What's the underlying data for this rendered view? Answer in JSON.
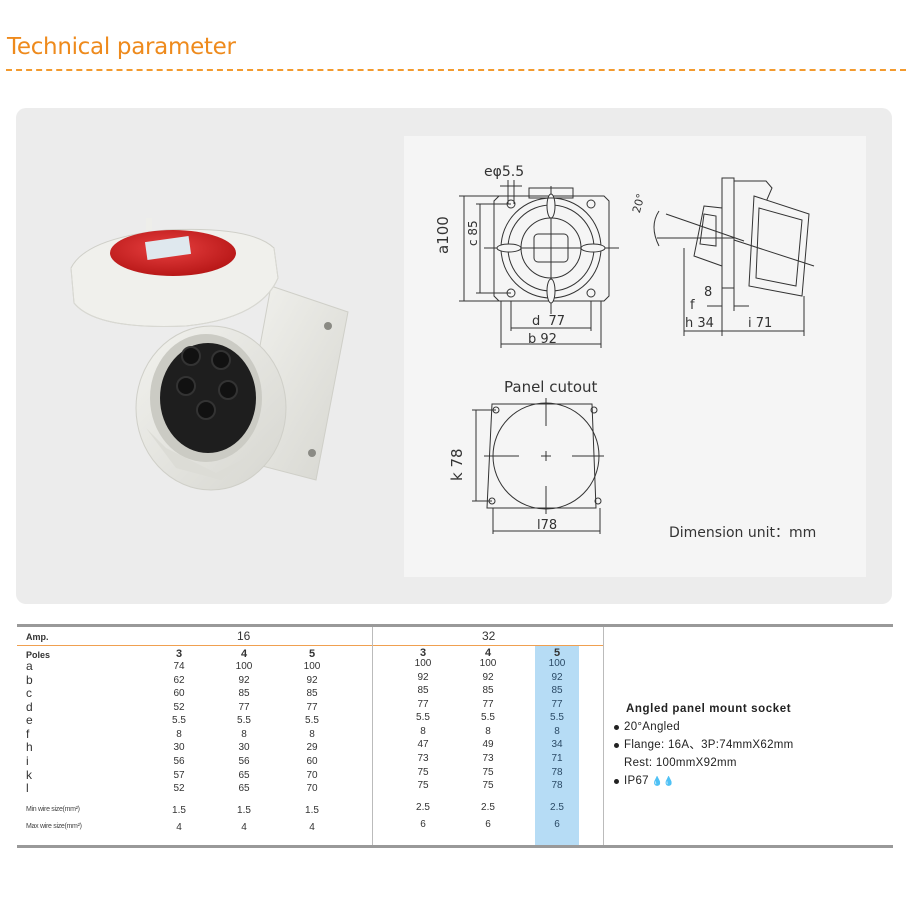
{
  "header": {
    "title": "Technical parameter",
    "accent_color": "#ee8a1c"
  },
  "product_image": {
    "alt": "Angled panel mount socket, white housing with red lid, 5-pin",
    "lid_color": "#d42a2a",
    "body_color": "#e8e8e2"
  },
  "drawing": {
    "front_view": {
      "e_label": "eφ5.5",
      "a_label": "a100",
      "c_label": "c 85",
      "d_label": "d  77",
      "b_label": "b 92"
    },
    "side_view": {
      "angle_label": "20°",
      "f_label": "f",
      "f_value": "8",
      "h_label": "h 34",
      "i_label": "i 71"
    },
    "panel_cutout": {
      "title": "Panel cutout",
      "k_label": "k 78",
      "l_label": "l78"
    },
    "dimension_unit": "Dimension unit：mm"
  },
  "table": {
    "amp_label": "Amp.",
    "poles_label": "Poles",
    "groups": [
      {
        "amp": "16",
        "poles": [
          "3",
          "4",
          "5"
        ]
      },
      {
        "amp": "32",
        "poles": [
          "3",
          "4",
          "5"
        ]
      }
    ],
    "highlight_color": "#b6dcf5",
    "rows": [
      {
        "label": "a",
        "values": [
          "74",
          "100",
          "100",
          "100",
          "100",
          "100"
        ]
      },
      {
        "label": "b",
        "values": [
          "62",
          "92",
          "92",
          "92",
          "92",
          "92"
        ]
      },
      {
        "label": "c",
        "values": [
          "60",
          "85",
          "85",
          "85",
          "85",
          "85"
        ]
      },
      {
        "label": "d",
        "values": [
          "52",
          "77",
          "77",
          "77",
          "77",
          "77"
        ]
      },
      {
        "label": "e",
        "values": [
          "5.5",
          "5.5",
          "5.5",
          "5.5",
          "5.5",
          "5.5"
        ]
      },
      {
        "label": "f",
        "values": [
          "8",
          "8",
          "8",
          "8",
          "8",
          "8"
        ]
      },
      {
        "label": "h",
        "values": [
          "30",
          "30",
          "29",
          "47",
          "49",
          "34"
        ]
      },
      {
        "label": "i",
        "values": [
          "56",
          "56",
          "60",
          "73",
          "73",
          "71"
        ]
      },
      {
        "label": "k",
        "values": [
          "57",
          "65",
          "70",
          "75",
          "75",
          "78"
        ]
      },
      {
        "label": "l",
        "values": [
          "52",
          "65",
          "70",
          "75",
          "75",
          "78"
        ]
      },
      {
        "label": "Min wire size(mm²)",
        "values": [
          "1.5",
          "1.5",
          "1.5",
          "2.5",
          "2.5",
          "2.5"
        ]
      },
      {
        "label": "Max wire size(mm²)",
        "values": [
          "4",
          "4",
          "4",
          "6",
          "6",
          "6"
        ]
      }
    ]
  },
  "features": {
    "title": "Angled panel mount socket",
    "items": [
      "20°Angled",
      "Flange: 16A、3P:74mmX62mm",
      "Rest: 100mmX92mm",
      "IP67"
    ],
    "ip_icon": "water-drops-icon"
  }
}
